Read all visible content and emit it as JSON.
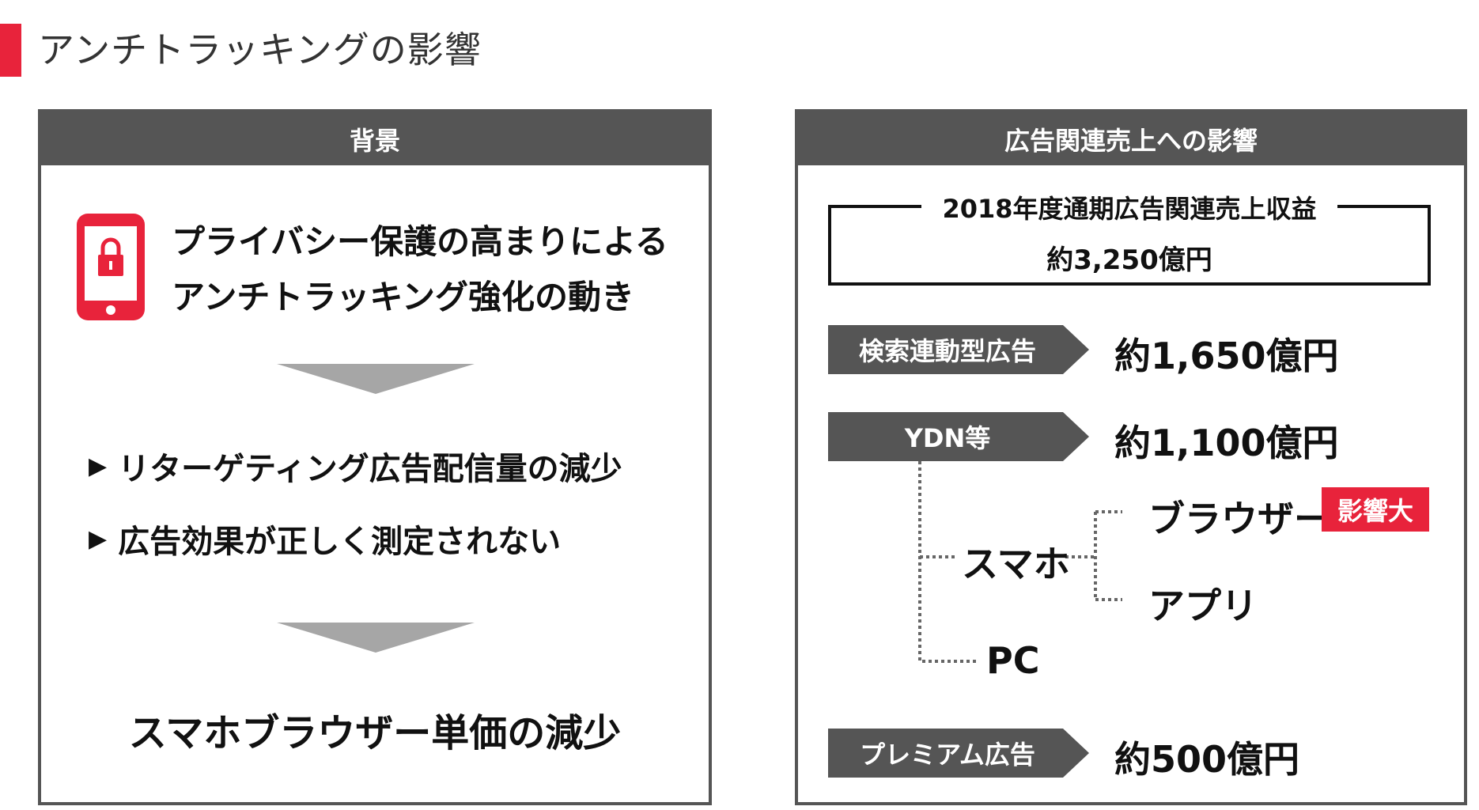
{
  "page": {
    "title": "アンチトラッキングの影響"
  },
  "left_panel": {
    "header": "背景",
    "driver_line1": "プライバシー保護の高まりによる",
    "driver_line2": "アンチトラッキング強化の動き",
    "bullet_marker": "▶",
    "bullets": [
      "リターゲティング広告配信量の減少",
      "広告効果が正しく測定されない"
    ],
    "conclusion": "スマホブラウザー単価の減少"
  },
  "right_panel": {
    "header": "広告関連売上への影響",
    "total": {
      "label": "2018年度通期広告関連売上収益",
      "value": "約3,250億円"
    },
    "rows": [
      {
        "label": "検索連動型広告",
        "amount": "約1,650億円"
      },
      {
        "label": "YDN等",
        "amount": "約1,100億円"
      },
      {
        "label": "プレミアム広告",
        "amount": "約500億円"
      }
    ],
    "tree": {
      "smartphone": "スマホ",
      "browser": "ブラウザー",
      "app": "アプリ",
      "pc": "PC",
      "badge": "影響大"
    }
  },
  "colors": {
    "accent": "#e8233b",
    "header_bg": "#555555",
    "arrow": "#a6a6a6"
  },
  "icons": {
    "phone": "smartphone-lock-icon"
  }
}
